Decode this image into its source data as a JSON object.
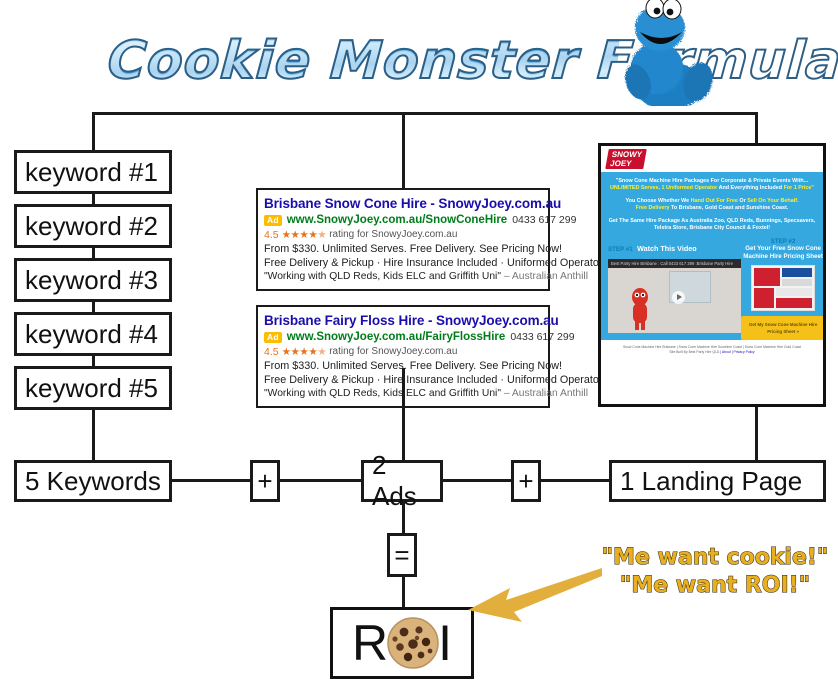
{
  "header": {
    "title": "Cookie Monster Formula",
    "mascot": "cookie-monster"
  },
  "keywords": {
    "items": [
      {
        "label": "keyword #1"
      },
      {
        "label": "keyword #2"
      },
      {
        "label": "keyword #3"
      },
      {
        "label": "keyword #4"
      },
      {
        "label": "keyword #5"
      }
    ]
  },
  "ads": [
    {
      "title": "Brisbane Snow Cone Hire - SnowyJoey.com.au",
      "badge": "Ad",
      "url": "www.SnowyJoey.com.au/SnowConeHire",
      "phone": "0433 617 299",
      "rating_value": "4.5",
      "stars": "★★★★",
      "half_star": "★",
      "rating_text": "rating for SnowyJoey.com.au",
      "description": "From $330. Unlimited Serves. Free Delivery. See Pricing Now!",
      "extensions": "Free Delivery & Pickup · Hire Insurance Included · Uniformed Operator",
      "quote": "\"Working with QLD Reds, Kids ELC and Griffith Uni\"",
      "quote_source": "– Australian Anthill"
    },
    {
      "title": "Brisbane Fairy Floss Hire - SnowyJoey.com.au",
      "badge": "Ad",
      "url": "www.SnowyJoey.com.au/FairyFlossHire",
      "phone": "0433 617 299",
      "rating_value": "4.5",
      "stars": "★★★★",
      "half_star": "★",
      "rating_text": "rating for SnowyJoey.com.au",
      "description": "From $330. Unlimited Serves. Free Delivery. See Pricing Now!",
      "extensions": "Free Delivery & Pickup · Hire Insurance Included · Uniformed Operator",
      "quote": "\"Working with QLD Reds, Kids ELC and Griffith Uni\"",
      "quote_source": "– Australian Anthill"
    }
  ],
  "landing_page": {
    "logo_line1": "SNOWY",
    "logo_line2": "JOEY",
    "headline": "\"Snow Cone Machine Hire Packages For Corporate & Private Events With...",
    "headline_highlight": "UNLIMITED Serves, 1 Uniformed Operator",
    "headline_tail": "And Everything Included",
    "headline_highlight2": "For 1 Price\"",
    "sub1_a": "You Choose Whether We ",
    "sub1_hl1": "Hand Out For Free",
    "sub1_b": " Or ",
    "sub1_hl2": "Sell On Your Behalf.",
    "sub2_hl": "Free Delivery",
    "sub2_b": " To Brisbane, Gold Coast and Sunshine Coast.",
    "sub3": "Get The Same Hire Package As Australia Zoo, QLD Reds, Bunnings, Specsavers, Telstra Store, Brisbane City Council & Foxtel!",
    "step1_tag": "STEP #1",
    "step1_title": "Watch This Video",
    "step2_tag": "STEP #2",
    "step2_title": "Get Your Free Snow Cone Machine Hire Pricing Sheet",
    "video_bar": "Best Party Hire Brisbane : Call 0433 617 299 :Brisbane Party Hire",
    "cta_line1": "Get My Snow Cone Machine Hire",
    "cta_line2": "Pricing Sheet »",
    "footer_line1": "Snow Cone Machine Hire Brisbane | Snow Cone Machine Hire Sunshine Coast | Snow Cone Machine Hire Gold Coast",
    "footer_line2": "Site Built By Best Party Hire QLD",
    "footer_link1": "| About",
    "footer_link2": "| Privacy Policy"
  },
  "formula": {
    "term1": "5 Keywords",
    "operator1": "+",
    "term2": "2 Ads",
    "operator2": "+",
    "term3": "1 Landing Page",
    "equals": "=",
    "result_left": "R",
    "result_right": "I",
    "result_middle_icon": "cookie-icon"
  },
  "callout": {
    "line1": "\"Me want cookie!\"",
    "line2": "\"Me want ROI!\"",
    "arrow": "arrow-left-icon"
  },
  "colors": {
    "ink": "#1a1a1a",
    "ad_title": "#1a0dab",
    "ad_url": "#007d1b",
    "ad_badge": "#fcbc00",
    "rating": "#e8711a",
    "lp_blue": "#35a8e0",
    "lp_yellow": "#fff22a",
    "gold": "#e8b020",
    "monster_blue": "#1f7fc4"
  }
}
